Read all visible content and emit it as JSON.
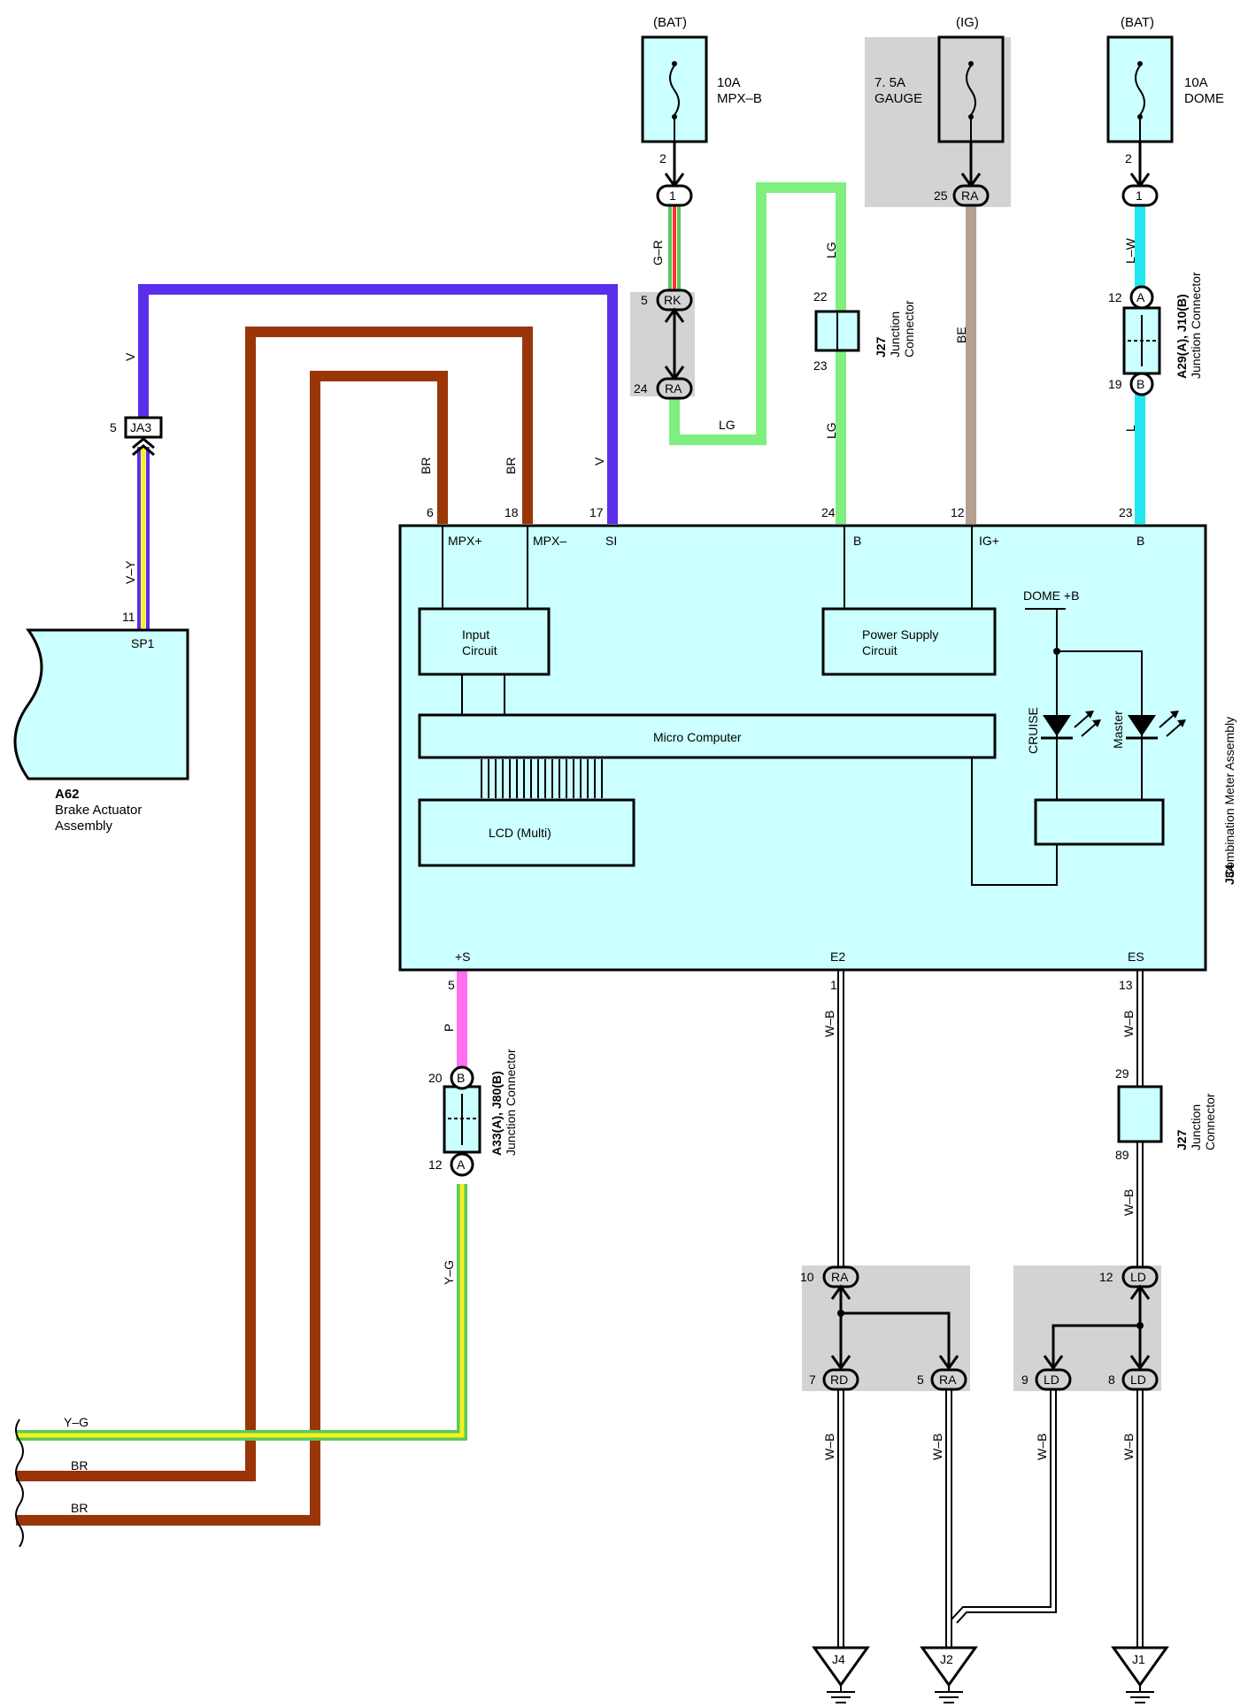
{
  "colors": {
    "V": "#5a2eea",
    "BR": "#9a3508",
    "LG": "#7ff07f",
    "L": "#21e8ee",
    "BE": "#b3a08e",
    "P": "#ff6ff0",
    "YG_yellow": "#f6f01e",
    "YG_green": "#5ac85a",
    "box_fill": "#ccffff",
    "shade": "#d3d3d3"
  },
  "fuses": {
    "mpxb": {
      "power": "(BAT)",
      "rating": "10A",
      "name": "MPX–B",
      "pin": "2"
    },
    "gauge": {
      "power": "(IG)",
      "rating": "7. 5A",
      "name": "GAUGE",
      "pin": "25"
    },
    "dome": {
      "power": "(BAT)",
      "rating": "10A",
      "name": "DOME",
      "pin": "2"
    }
  },
  "connectors": {
    "c1a": "1",
    "c1b": "1",
    "rk": "RK",
    "rk_pin": "5",
    "ra_top": "RA",
    "ra_top_pin": "24",
    "ra_gauge": "RA",
    "a_top": "A",
    "a_top_pin": "12",
    "b_top": "B",
    "b_top_pin": "19",
    "ja3": "JA3",
    "ja3_pin": "5",
    "b_bot": "B",
    "b_bot_pin": "20",
    "a_bot": "A",
    "a_bot_pin": "12",
    "ra10": "RA",
    "ra10_pin": "10",
    "rd7": "RD",
    "rd7_pin": "7",
    "ra5": "RA",
    "ra5_pin": "5",
    "ld12": "LD",
    "ld12_pin": "12",
    "ld9": "LD",
    "ld9_pin": "9",
    "ld8": "LD",
    "ld8_pin": "8"
  },
  "wires": {
    "g_r": "G–R",
    "lg1": "LG",
    "lg2": "LG",
    "lg3": "LG",
    "be": "BE",
    "l_w": "L–W",
    "l": "L",
    "v1": "V",
    "v2": "V",
    "br1": "BR",
    "br2": "BR",
    "v_y": "V–Y",
    "p": "P",
    "y_g": "Y–G",
    "wb1": "W–B",
    "wb2": "W–B",
    "wb3": "W–B",
    "wb4": "W–B",
    "wb5": "W–B",
    "wb6": "W–B",
    "wb7": "W–B",
    "left_yg": "Y–G",
    "left_br1": "BR",
    "left_br2": "BR"
  },
  "j27_top": {
    "id": "J27",
    "name1": "Junction",
    "name2": "Connector",
    "pin_in": "22",
    "pin_out": "23"
  },
  "j27_bot": {
    "id": "J27",
    "name1": "Junction",
    "name2": "Connector",
    "pin_in": "29",
    "pin_out": "89"
  },
  "a29": {
    "id": "A29(A), J10(B)",
    "name": "Junction Connector"
  },
  "a33": {
    "id": "A33(A), J80(B)",
    "name": "Junction Connector"
  },
  "a62": {
    "id": "A62",
    "name1": "Brake Actuator",
    "name2": "Assembly",
    "terminal": "SP1",
    "pin": "11"
  },
  "meter": {
    "id": "J34",
    "name": "Combination Meter Assembly",
    "pins_top": {
      "mpx_plus": "6",
      "mpx_minus": "18",
      "si": "17",
      "b1": "24",
      "ig": "12",
      "b2": "23"
    },
    "terms_top": {
      "mpx_plus": "MPX+",
      "mpx_minus": "MPX–",
      "si": "SI",
      "b1": "B",
      "ig": "IG+",
      "b2": "B"
    },
    "pins_bot": {
      "s": "5",
      "e2": "1",
      "es": "13"
    },
    "terms_bot": {
      "s": "+S",
      "e2": "E2",
      "es": "ES"
    },
    "input1": "Input",
    "input2": "Circuit",
    "power1": "Power Supply",
    "power2": "Circuit",
    "micro": "Micro Computer",
    "lcd": "LCD (Multi)",
    "dome": "DOME +B",
    "cruise": "CRUISE",
    "master": "Master"
  },
  "grounds": {
    "j4": "J4",
    "j2": "J2",
    "j1": "J1"
  }
}
